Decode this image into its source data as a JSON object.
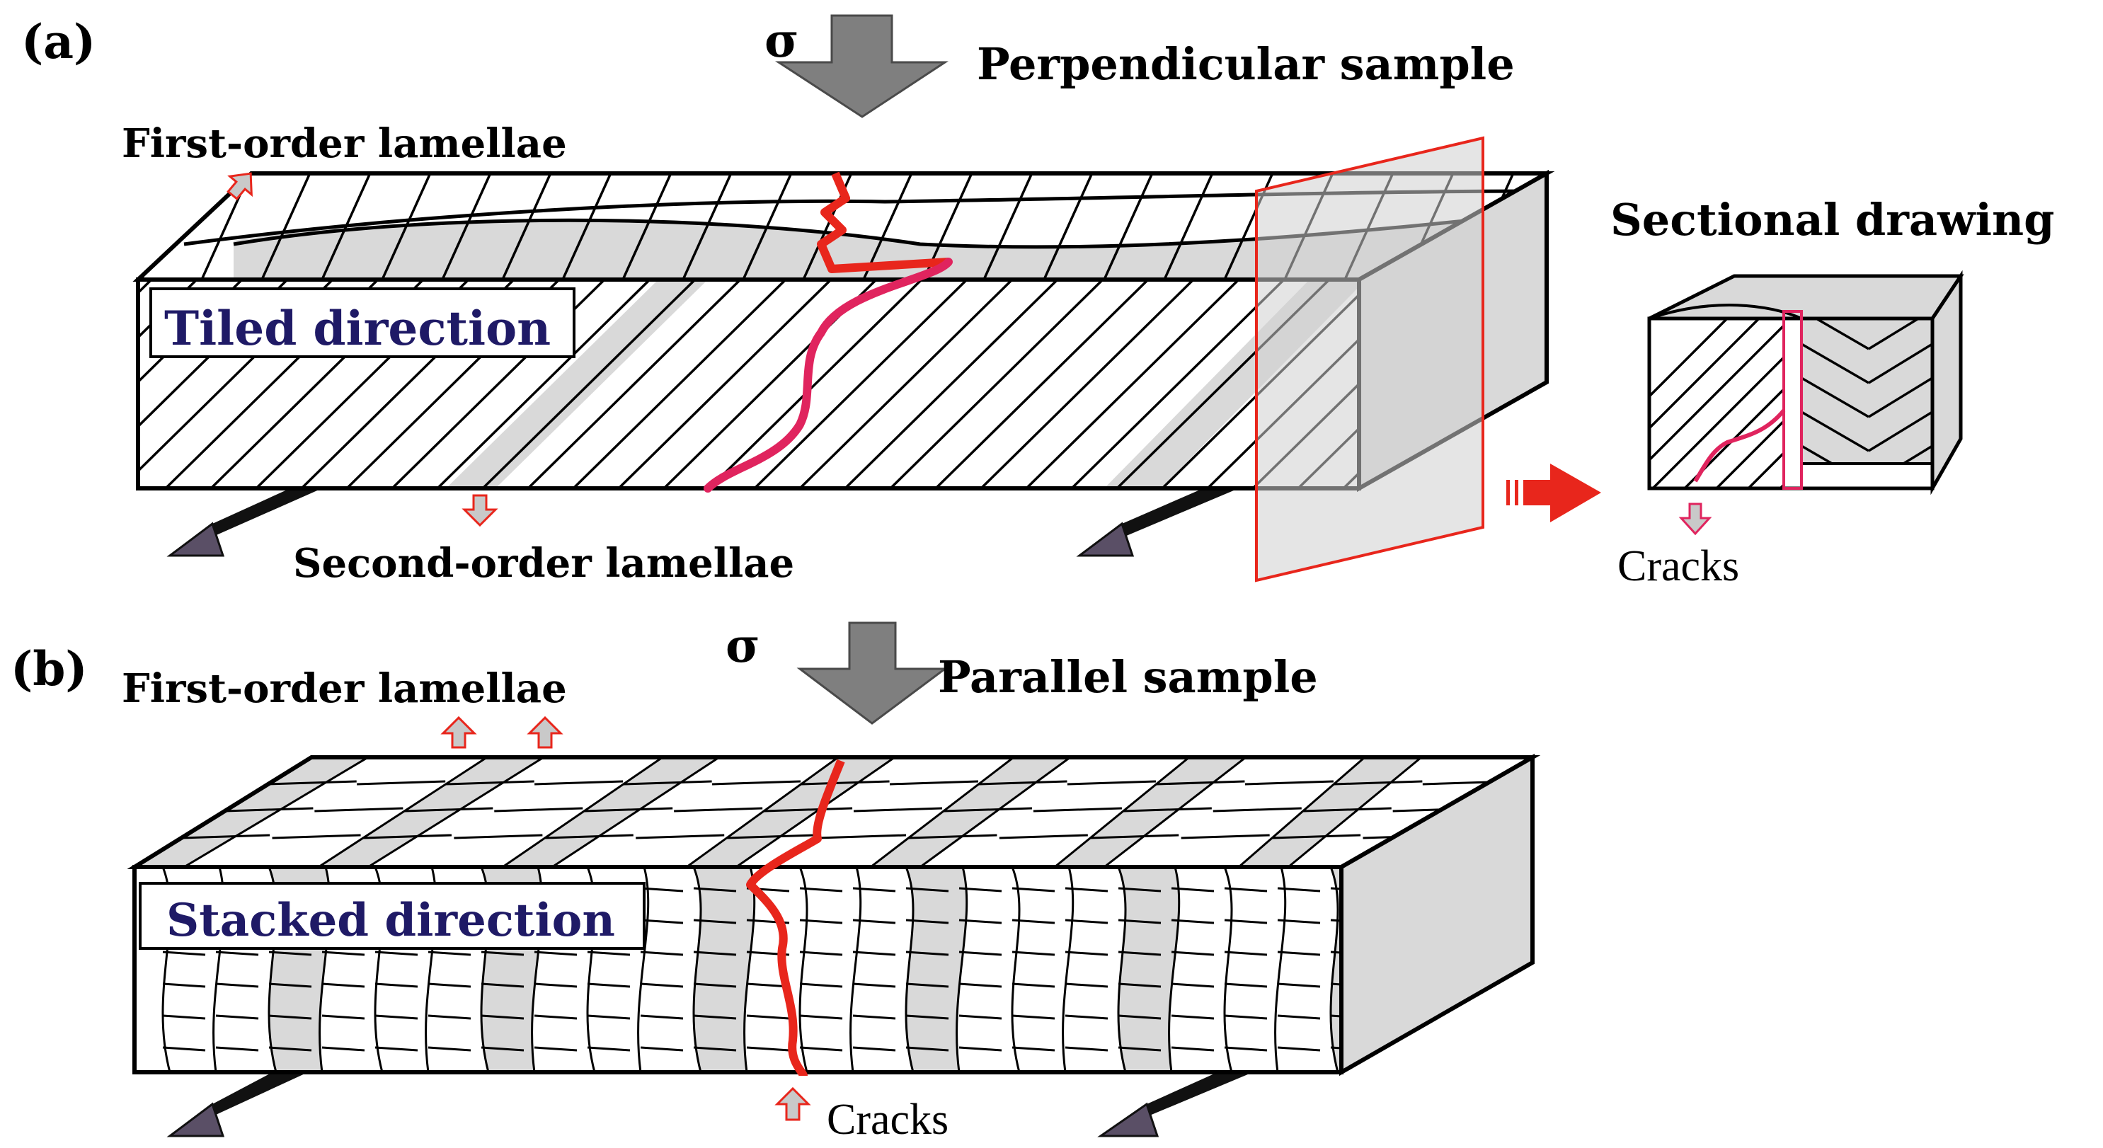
{
  "panel_a": {
    "panel_label": "(a)",
    "stress_symbol": "σ",
    "sample_title": "Perpendicular sample",
    "first_order_label": "First-order lamellae",
    "direction_label": "Tiled direction",
    "second_order_label": "Second-order lamellae",
    "section_title": "Sectional drawing",
    "cracks_label": "Cracks"
  },
  "panel_b": {
    "panel_label": "(b)",
    "stress_symbol": "σ",
    "sample_title": "Parallel sample",
    "first_order_label": "First-order lamellae",
    "direction_label": "Stacked direction",
    "cracks_label": "Cracks"
  },
  "colors": {
    "lamella_gray": "#d9d9d9",
    "crack_red": "#e8261c",
    "crack_pink": "#e0245e",
    "label_navy": "#1f1a66",
    "stress_arrow_gray": "#7f7f7f",
    "support_dark": "#5a4f66"
  }
}
